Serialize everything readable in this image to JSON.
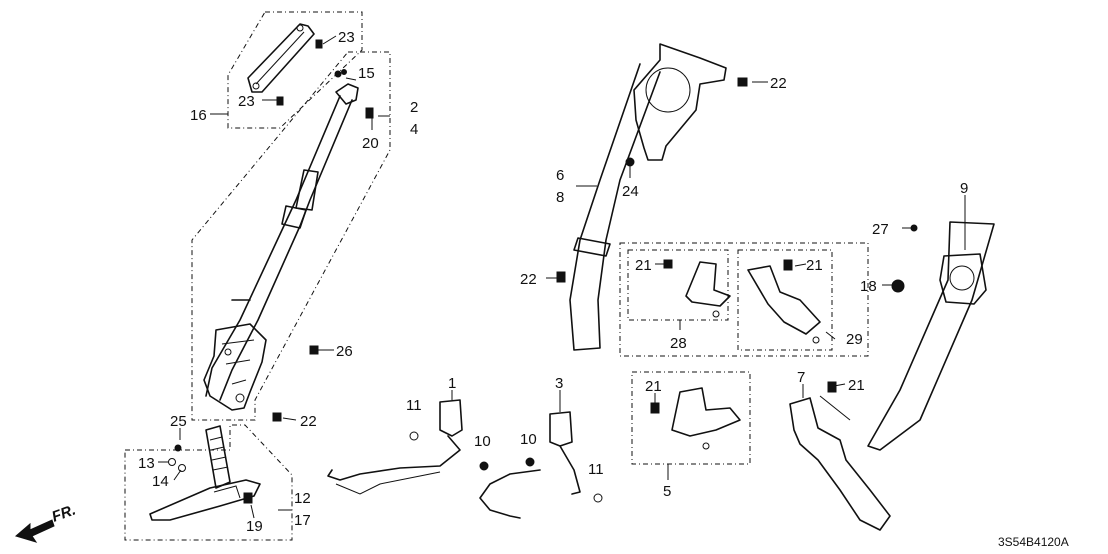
{
  "callouts": [
    "1",
    "2",
    "4",
    "3",
    "5",
    "6",
    "8",
    "7",
    "9",
    "10",
    "10",
    "11",
    "11",
    "12",
    "17",
    "13",
    "14",
    "15",
    "16",
    "18",
    "19",
    "20",
    "21",
    "21",
    "21",
    "21",
    "22",
    "22",
    "22",
    "22",
    "23",
    "23",
    "24",
    "25",
    "26",
    "27",
    "28",
    "29"
  ],
  "direction": {
    "label": "FR."
  },
  "catalog_code": "3S54B4120A",
  "colors": {
    "line": "#111111",
    "background": "#ffffff"
  }
}
